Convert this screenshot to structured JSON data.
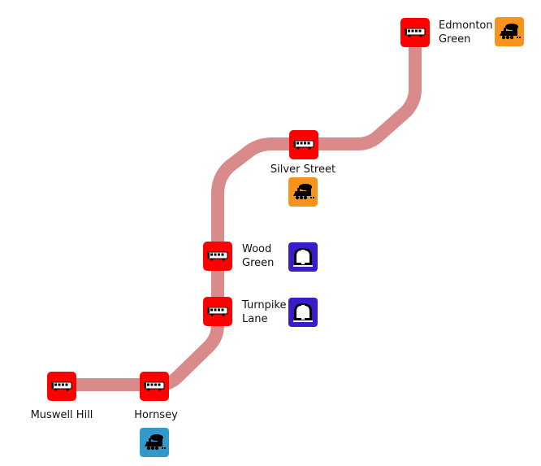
{
  "map": {
    "route_color": "#d98a8a",
    "stop_color": "#ff0000",
    "stations": [
      {
        "name": "Edmonton\nGreen",
        "interchange": {
          "type": "rail",
          "color": "#f7941d"
        }
      },
      {
        "name": "Silver Street",
        "interchange": {
          "type": "rail",
          "color": "#f7941d"
        }
      },
      {
        "name": "Wood\nGreen",
        "interchange": {
          "type": "underground",
          "color": "#3c1bc8"
        }
      },
      {
        "name": "Turnpike\nLane",
        "interchange": {
          "type": "underground",
          "color": "#3c1bc8"
        }
      },
      {
        "name": "Hornsey",
        "interchange": {
          "type": "rail",
          "color": "#3399cc"
        }
      },
      {
        "name": "Muswell Hill",
        "interchange": null
      }
    ],
    "stop_icon": "bus-icon"
  }
}
